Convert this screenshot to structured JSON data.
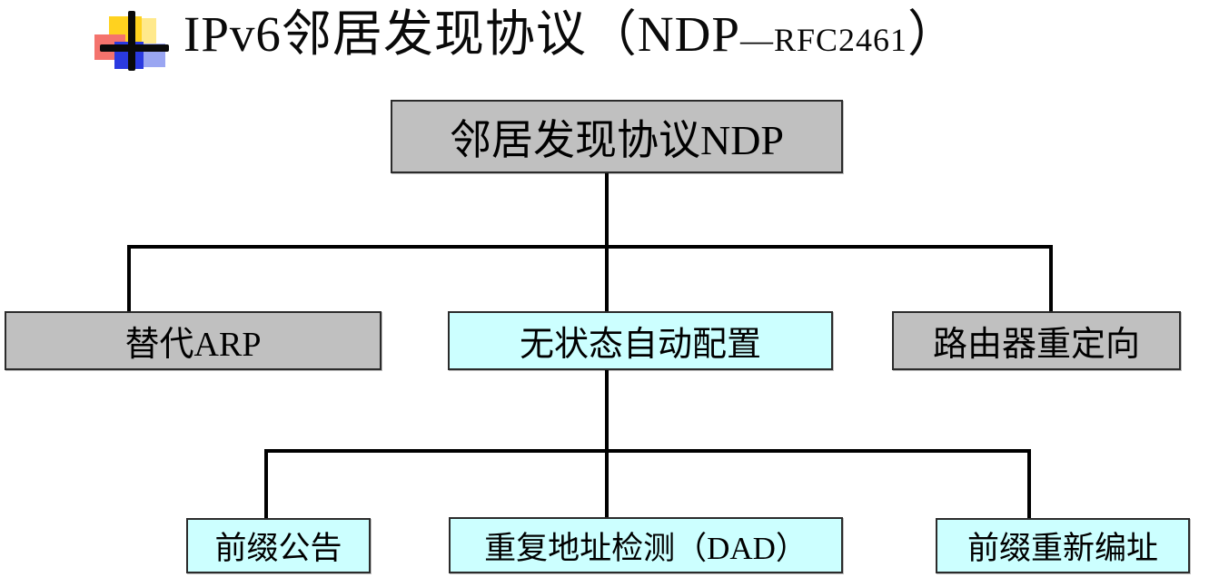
{
  "title": {
    "main": "IPv6邻居发现协议（NDP",
    "rfc": "—RFC2461",
    "close_paren": "）"
  },
  "diagram": {
    "root": {
      "label": "邻居发现协议NDP",
      "fill": "gray"
    },
    "level1": [
      {
        "label": "替代ARP",
        "fill": "gray"
      },
      {
        "label": "无状态自动配置",
        "fill": "cyan"
      },
      {
        "label": "路由器重定向",
        "fill": "gray"
      }
    ],
    "level2": [
      {
        "label": "前缀公告",
        "fill": "cyan"
      },
      {
        "label": "重复地址检测（DAD）",
        "fill": "cyan"
      },
      {
        "label": "前缀重新编址",
        "fill": "cyan"
      }
    ]
  },
  "colors": {
    "box_gray": "#c0c0c0",
    "box_cyan": "#ccffff",
    "box_border": "#2b2b2b",
    "connector": "#000000",
    "text": "#000000"
  }
}
